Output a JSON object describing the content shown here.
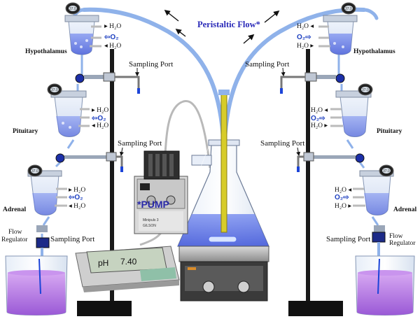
{
  "labels": {
    "peristaltic_flow": "Peristaltic Flow*",
    "pump": "*PUMP",
    "pump_brand": "GILSON",
    "pump_model": "Minipuls 3",
    "ph_label": "pH",
    "ph_value": "7.40",
    "gauge": "37.0",
    "h2o": "H₂O",
    "o2": "O₂"
  },
  "left_column": {
    "organs": [
      "Hypothalamus",
      "Pituitary",
      "Adrenal"
    ],
    "sampling_ports": [
      "Sampling Port",
      "Sampling Port",
      "Sampling Port"
    ],
    "flow_regulator": [
      "Flow",
      "Regulator"
    ]
  },
  "right_column": {
    "organs": [
      "Hypothalamus",
      "Pituitary",
      "Adrenal"
    ],
    "sampling_ports": [
      "Sampling Port",
      "Sampling Port",
      "Sampling Port"
    ],
    "flow_regulator": [
      "Flow",
      "Regulator"
    ]
  },
  "colors": {
    "tube": "#8fb2ea",
    "liquid": "#5a72e8",
    "beaker_liquid": "#b06fe0",
    "stand": "#1a1a1a",
    "label_blue": "#2a2ab8"
  }
}
